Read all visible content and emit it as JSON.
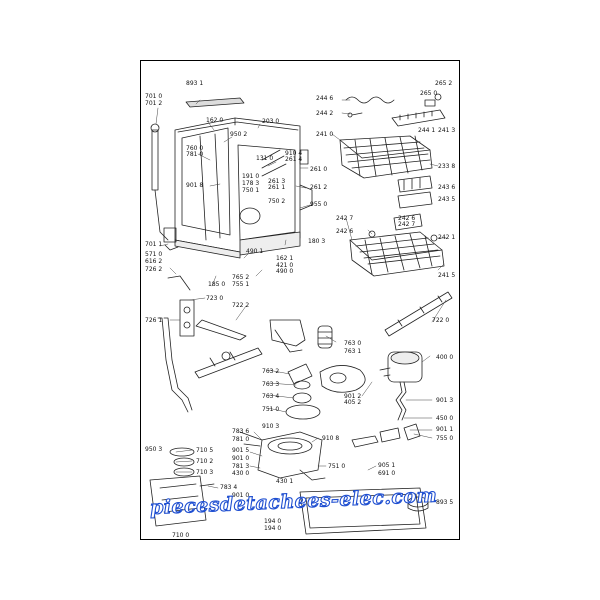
{
  "diagram": {
    "labels": [
      "893 1",
      "162 0",
      "203 0",
      "950 2",
      "760 0",
      "781 0",
      "901 8",
      "131 0",
      "910 4",
      "261 4",
      "191 0",
      "261 3",
      "178 3",
      "261 1",
      "750 1",
      "750 2",
      "261 0",
      "261 2",
      "955 0",
      "701 0",
      "701 2",
      "701 1",
      "571 0",
      "616 2",
      "726 2",
      "180 3",
      "490 1",
      "162 1",
      "421 0",
      "490 0",
      "765 2",
      "755 1",
      "185 0",
      "265 2",
      "265 0",
      "244 6",
      "244 2",
      "244 1",
      "241 3",
      "241 0",
      "233 8",
      "243 6",
      "243 5",
      "242 7",
      "242 6",
      "242 6",
      "242 7",
      "242 1",
      "241 5",
      "723 0",
      "722 2",
      "722 0",
      "726 1",
      "763 0",
      "763 1",
      "400 0",
      "763 2",
      "763 3",
      "763 4",
      "901 2",
      "405 2",
      "901 3",
      "751 0",
      "450 0",
      "901 1",
      "755 0",
      "783 6",
      "781 0",
      "910 3",
      "910 8",
      "950 3",
      "710 5",
      "710 2",
      "710 3",
      "901 5",
      "901 0",
      "781 3",
      "430 0",
      "751 0",
      "430 1",
      "905 1",
      "691 0",
      "783 4",
      "901 0",
      "893 5",
      "710 0",
      "194 0",
      "194 0"
    ],
    "watermark": "piecesdetachees-elec.com"
  }
}
